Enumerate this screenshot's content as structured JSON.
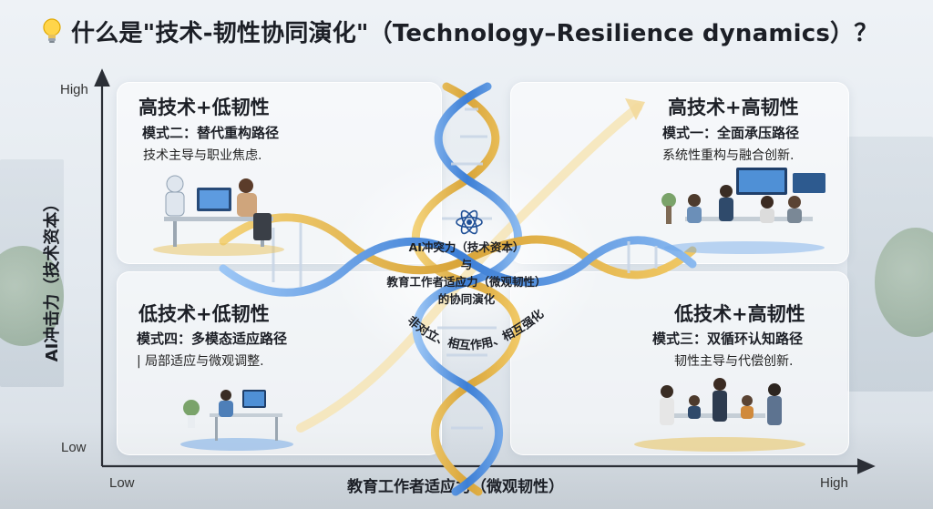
{
  "title": {
    "text": "什么是\"技术-韧性协同演化\"（Technology–Resilience dynamics）？",
    "icon": "lightbulb-icon"
  },
  "axes": {
    "y_title": "AI冲击力（技术资本）",
    "y_high": "High",
    "y_low": "Low",
    "x_title": "教育工作者适应力（微观韧性）",
    "x_low": "Low",
    "x_high": "High"
  },
  "quadrants": {
    "top_left": {
      "heading": "高技术+低韧性",
      "mode": "模式二：替代重构路径",
      "description": "技术主导与职业焦虑."
    },
    "top_right": {
      "heading": "高技术+高韧性",
      "mode": "模式一：全面承压路径",
      "description": "系统性重构与融合创新."
    },
    "bottom_left": {
      "heading": "低技术+低韧性",
      "mode": "模式四：多模态适应路径",
      "description": "| 局部适应与微观调整."
    },
    "bottom_right": {
      "heading": "低技术+高韧性",
      "mode": "模式三：双循环认知路径",
      "description": "韧性主导与代偿创新."
    }
  },
  "center": {
    "line1": "AI冲突力（技术资本）",
    "line2": "与",
    "line3": "教育工作者适应力（微观韧性）",
    "line4": "的协同演化",
    "arc_text": "非对立、相互作用、相互强化",
    "icon": "atom-icon"
  },
  "colors": {
    "helix_gold": "#d9a53a",
    "helix_blue": "#3d7fd6",
    "panel_bg": "#ffffff",
    "text": "#1c1f26"
  }
}
